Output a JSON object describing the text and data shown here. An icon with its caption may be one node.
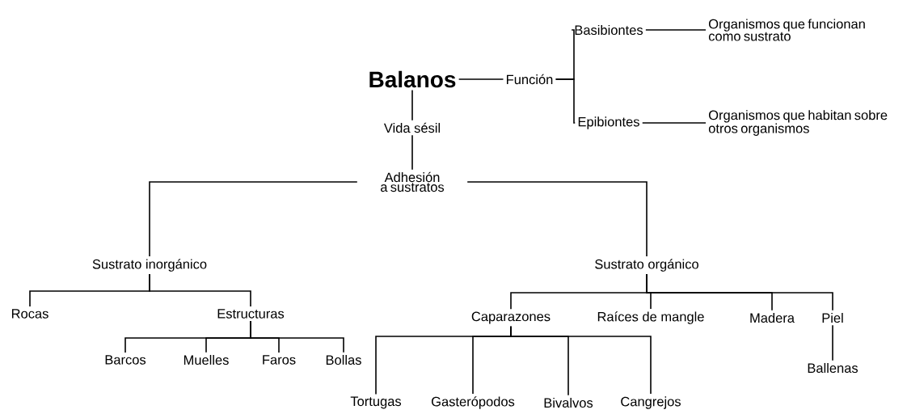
{
  "diagram": {
    "nodes": [
      {
        "text": [
          "Balanos"
        ]
      },
      {
        "text": [
          "Función"
        ]
      },
      {
        "text": [
          "Basibiontes"
        ]
      },
      {
        "text": [
          "Organismos que funcionan como sustrato"
        ]
      },
      {
        "text": [
          "Epibiontes"
        ]
      },
      {
        "text": [
          "Organismos que habitan sobre otros organismos"
        ]
      },
      {
        "text": [
          "Vida sésil"
        ]
      },
      {
        "text": [
          "Adhesión a sustratos"
        ]
      },
      {
        "text": [
          "Sustrato inorgánico"
        ]
      },
      {
        "text": [
          "Sustrato orgánico"
        ]
      },
      {
        "text": [
          "Rocas"
        ]
      },
      {
        "text": [
          "Estructuras"
        ]
      },
      {
        "text": [
          "Barcos"
        ]
      },
      {
        "text": [
          "Muelles"
        ]
      },
      {
        "text": [
          "Faros"
        ]
      },
      {
        "text": [
          "Bollas"
        ]
      },
      {
        "text": [
          "Caparazones"
        ]
      },
      {
        "text": [
          "Raíces de mangle"
        ]
      },
      {
        "text": [
          "Madera"
        ]
      },
      {
        "text": [
          "Piel"
        ]
      },
      {
        "text": [
          "Ballenas"
        ]
      },
      {
        "text": [
          "Tortugas"
        ]
      },
      {
        "text": [
          "Gasterópodos"
        ]
      },
      {
        "text": [
          "Bivalvos"
        ]
      },
      {
        "text": [
          "Cangrejos"
        ]
      }
    ],
    "edges": [
      {
        "from": 0,
        "to": 1,
        "arrow": "none"
      },
      {
        "from": 1,
        "to": 2,
        "arrow": "none"
      },
      {
        "from": 1,
        "to": 4,
        "arrow": "none"
      },
      {
        "from": 2,
        "to": 3,
        "arrow": "none"
      },
      {
        "from": 4,
        "to": 5,
        "arrow": "none"
      },
      {
        "from": 0,
        "to": 6,
        "arrow": "none"
      },
      {
        "from": 6,
        "to": 7,
        "arrow": "none"
      },
      {
        "from": 7,
        "to": 8,
        "arrow": "none"
      },
      {
        "from": 7,
        "to": 9,
        "arrow": "none"
      },
      {
        "from": 8,
        "to": 10,
        "arrow": "none"
      },
      {
        "from": 8,
        "to": 11,
        "arrow": "none"
      },
      {
        "from": 11,
        "to": 12,
        "arrow": "none"
      },
      {
        "from": 11,
        "to": 13,
        "arrow": "none"
      },
      {
        "from": 11,
        "to": 14,
        "arrow": "none"
      },
      {
        "from": 11,
        "to": 15,
        "arrow": "none"
      },
      {
        "from": 9,
        "to": 16,
        "arrow": "none"
      },
      {
        "from": 9,
        "to": 17,
        "arrow": "none"
      },
      {
        "from": 9,
        "to": 18,
        "arrow": "none"
      },
      {
        "from": 9,
        "to": 19,
        "arrow": "none"
      },
      {
        "from": 19,
        "to": 20,
        "arrow": "none"
      },
      {
        "from": 16,
        "to": 21,
        "arrow": "none"
      },
      {
        "from": 16,
        "to": 22,
        "arrow": "none"
      },
      {
        "from": 16,
        "to": 23,
        "arrow": "none"
      },
      {
        "from": 16,
        "to": 24,
        "arrow": "none"
      }
    ]
  }
}
